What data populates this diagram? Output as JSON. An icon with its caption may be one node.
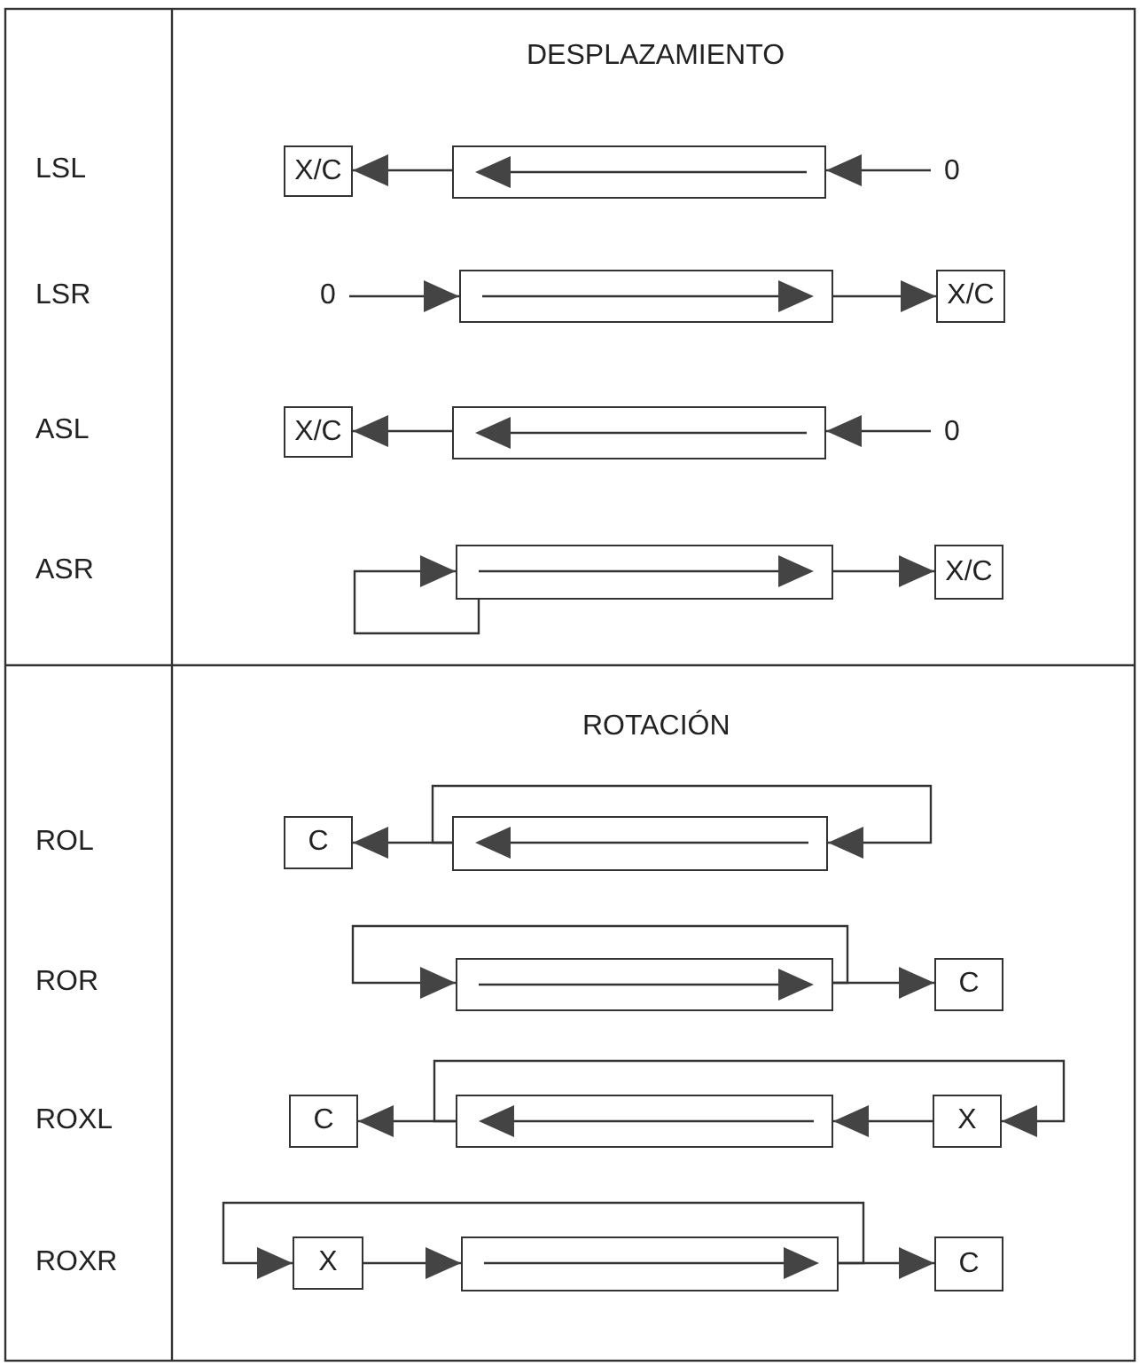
{
  "diagram": {
    "nodes": [
      {
        "text": [
          "X/C"
        ]
      },
      {
        "text": [],
        "shape": "box"
      },
      {
        "text": [
          "0"
        ]
      },
      {
        "text": [
          "0"
        ]
      },
      {
        "text": [],
        "shape": "box"
      },
      {
        "text": [
          "X/C"
        ]
      },
      {
        "text": [
          "X/C"
        ]
      },
      {
        "text": [],
        "shape": "box"
      },
      {
        "text": [
          "0"
        ]
      },
      {
        "text": [],
        "shape": "box"
      },
      {
        "text": [
          "X/C"
        ]
      },
      {
        "text": [
          "C"
        ]
      },
      {
        "text": [],
        "shape": "box"
      },
      {
        "text": [],
        "shape": "box"
      },
      {
        "text": [
          "C"
        ]
      },
      {
        "text": [
          "C"
        ]
      },
      {
        "text": [],
        "shape": "box"
      },
      {
        "text": [
          "X"
        ]
      },
      {
        "text": [
          "X"
        ]
      },
      {
        "text": [],
        "shape": "box"
      },
      {
        "text": [
          "C"
        ]
      }
    ],
    "edges": [
      {
        "from": 2,
        "to": 1,
        "arrow": "to"
      },
      {
        "from": 1,
        "to": 0,
        "arrow": "to"
      },
      {
        "from": 3,
        "to": 4,
        "arrow": "to"
      },
      {
        "from": 4,
        "to": 5,
        "arrow": "to"
      },
      {
        "from": 8,
        "to": 7,
        "arrow": "to"
      },
      {
        "from": 7,
        "to": 6,
        "arrow": "to"
      },
      {
        "from": 9,
        "to": 9,
        "arrow": "to"
      },
      {
        "from": 9,
        "to": 10,
        "arrow": "to"
      },
      {
        "from": 12,
        "to": 11,
        "arrow": "to"
      },
      {
        "from": 12,
        "to": 12,
        "arrow": "to"
      },
      {
        "from": 13,
        "to": 13,
        "arrow": "to"
      },
      {
        "from": 13,
        "to": 14,
        "arrow": "to"
      },
      {
        "from": 17,
        "to": 16,
        "arrow": "to"
      },
      {
        "from": 16,
        "to": 15,
        "arrow": "to"
      },
      {
        "from": 16,
        "to": 17,
        "arrow": "to"
      },
      {
        "from": 18,
        "to": 19,
        "arrow": "to"
      },
      {
        "from": 19,
        "to": 20,
        "arrow": "to"
      },
      {
        "from": 19,
        "to": 18,
        "arrow": "to"
      }
    ],
    "labels": [
      "DESPLAZAMIENTO",
      "LSL",
      "LSR",
      "ASL",
      "ASR",
      "ROTACIÓN",
      "ROL",
      "ROR",
      "ROXL",
      "ROXR"
    ]
  }
}
